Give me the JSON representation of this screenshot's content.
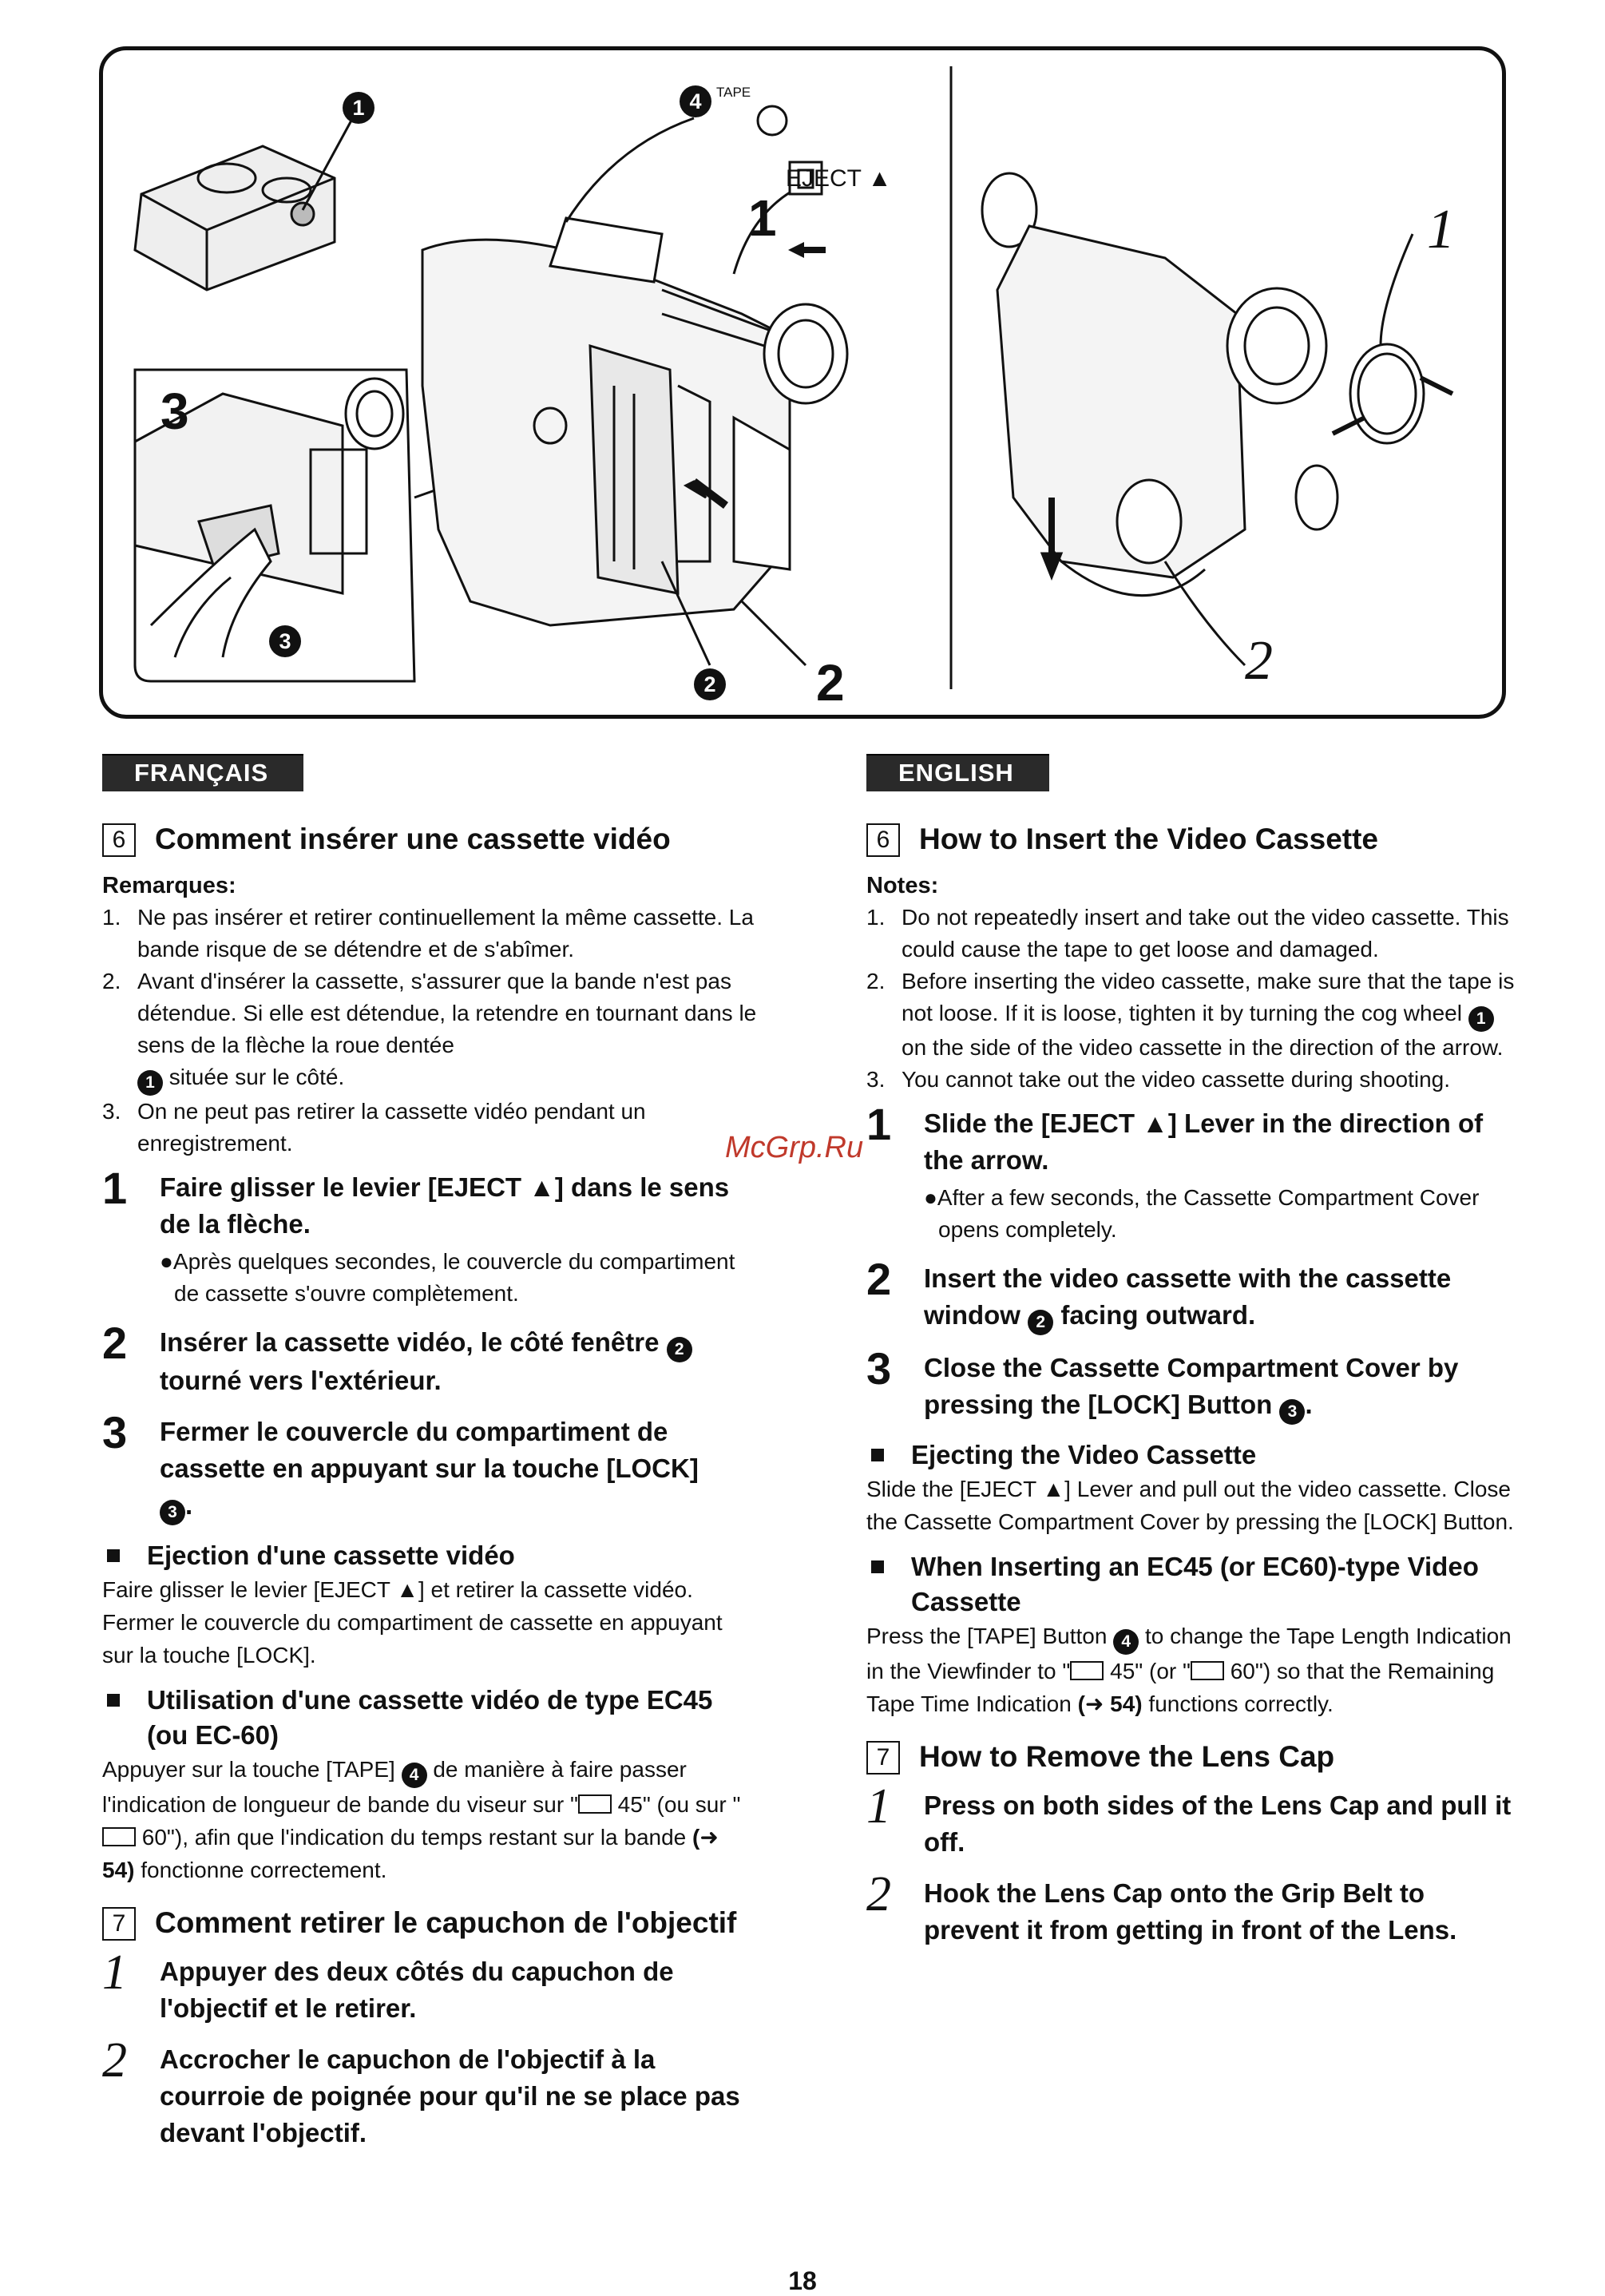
{
  "figure": {
    "tape_label": "TAPE",
    "eject_label": "EJECT ▲",
    "num_1": "1",
    "num_2": "2",
    "num_3": "3",
    "italic_1": "1",
    "italic_2": "2",
    "callouts": [
      "1",
      "2",
      "3",
      "4"
    ]
  },
  "watermark": "McGrp.Ru",
  "page_number": "18",
  "fr": {
    "lang": "FRANÇAIS",
    "s6_num": "6",
    "s6_title": "Comment insérer une cassette vidéo",
    "notes_head": "Remarques:",
    "notes": [
      {
        "n": "1.",
        "text": "Ne pas insérer et retirer continuellement la même cassette. La bande risque de se détendre et de s'abîmer."
      },
      {
        "n": "2.",
        "text_a": "Avant d'insérer la cassette, s'assurer que la bande n'est pas détendue. Si elle est détendue, la retendre en tournant dans le sens de la flèche la roue dentée",
        "text_b": "située sur le côté."
      },
      {
        "n": "3.",
        "text": "On ne peut pas retirer la cassette vidéo pendant un enregistrement."
      }
    ],
    "step1_num": "1",
    "step1": "Faire glisser le levier [EJECT ▲] dans le sens de la flèche.",
    "step1_sub": "●Après quelques secondes, le couvercle du compartiment de cassette s'ouvre complètement.",
    "step2_num": "2",
    "step2": "Insérer la cassette vidéo, le côté fenêtre",
    "step2_b": "tourné vers l'extérieur.",
    "step3_num": "3",
    "step3": "Fermer le couvercle du compartiment de cassette en appuyant sur la touche [LOCK]",
    "eject_head": "Ejection d'une cassette vidéo",
    "eject_text": "Faire glisser le levier [EJECT ▲] et retirer la cassette vidéo. Fermer le couvercle du compartiment de cassette en appuyant sur la touche [LOCK].",
    "ec_head": "Utilisation d'une cassette vidéo de type EC45 (ou EC-60)",
    "ec_a": "Appuyer sur la touche [TAPE]",
    "ec_b": "de manière à faire passer l'indication de longueur de bande du viseur sur \"",
    "ec_c": " 45\" (ou sur \"",
    "ec_d": " 60\"), afin que l'indication du temps restant sur la bande ",
    "ec_ref": "(➜ 54)",
    "ec_e": " fonctionne correctement.",
    "s7_num": "7",
    "s7_title": "Comment retirer le capuchon de l'objectif",
    "s7_step1_num": "1",
    "s7_step1": "Appuyer des deux côtés du capuchon de l'objectif et le retirer.",
    "s7_step2_num": "2",
    "s7_step2": "Accrocher le capuchon de l'objectif à la courroie de poignée pour qu'il ne se place pas devant l'objectif."
  },
  "en": {
    "lang": "ENGLISH",
    "s6_num": "6",
    "s6_title": "How to Insert the Video Cassette",
    "notes_head": "Notes:",
    "notes": [
      {
        "n": "1.",
        "text": "Do not repeatedly insert and take out the video cassette. This could cause the tape to get loose and damaged."
      },
      {
        "n": "2.",
        "text_a": "Before inserting the video cassette, make sure that the tape is not loose. If it is loose, tighten it by turning the cog wheel",
        "text_b": "on the side of the video cassette in the direction of the arrow."
      },
      {
        "n": "3.",
        "text": "You cannot take out the video cassette during shooting."
      }
    ],
    "step1_num": "1",
    "step1": "Slide the [EJECT ▲] Lever in the direction of the arrow.",
    "step1_sub": "●After a few seconds, the Cassette Compartment Cover opens completely.",
    "step2_num": "2",
    "step2": "Insert the video cassette with the cassette window",
    "step2_b": "facing outward.",
    "step3_num": "3",
    "step3": "Close the Cassette Compartment Cover by pressing the [LOCK] Button",
    "eject_head": "Ejecting the Video Cassette",
    "eject_text": "Slide the [EJECT ▲] Lever and pull out the video cassette. Close the Cassette Compartment Cover by pressing the [LOCK] Button.",
    "ec_head": "When Inserting an EC45 (or EC60)-type Video Cassette",
    "ec_a": "Press the [TAPE] Button",
    "ec_b": "to change the Tape Length Indication in the Viewfinder to \"",
    "ec_c": " 45\" (or \"",
    "ec_d": " 60\") so that the Remaining Tape Time Indication ",
    "ec_ref": "(➜ 54)",
    "ec_e": " functions correctly.",
    "s7_num": "7",
    "s7_title": "How to Remove the Lens Cap",
    "s7_step1_num": "1",
    "s7_step1": "Press on both sides of the Lens Cap and pull it off.",
    "s7_step2_num": "2",
    "s7_step2": "Hook the Lens Cap onto the Grip Belt to prevent it from getting in front of the Lens."
  }
}
